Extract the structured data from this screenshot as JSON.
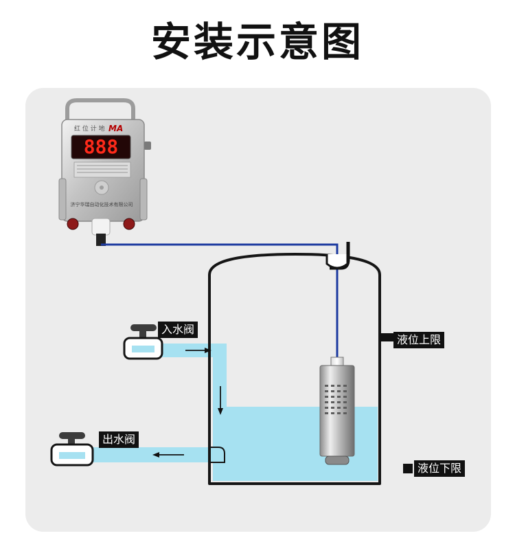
{
  "title": "安装示意图",
  "device": {
    "display_digits": "888",
    "brand_mark": "MA",
    "top_label": "红 位 计 地",
    "maker_text": "济宁华瑞自动化技术有限公司"
  },
  "labels": {
    "inlet_valve": "入水阀",
    "outlet_valve": "出水阀",
    "level_upper": "液位上限",
    "level_lower": "液位下限"
  },
  "colors": {
    "water": "#a6e1f1",
    "cable": "#1c3aa0",
    "tank_outline": "#151515",
    "panel_bg": "#ececec"
  }
}
